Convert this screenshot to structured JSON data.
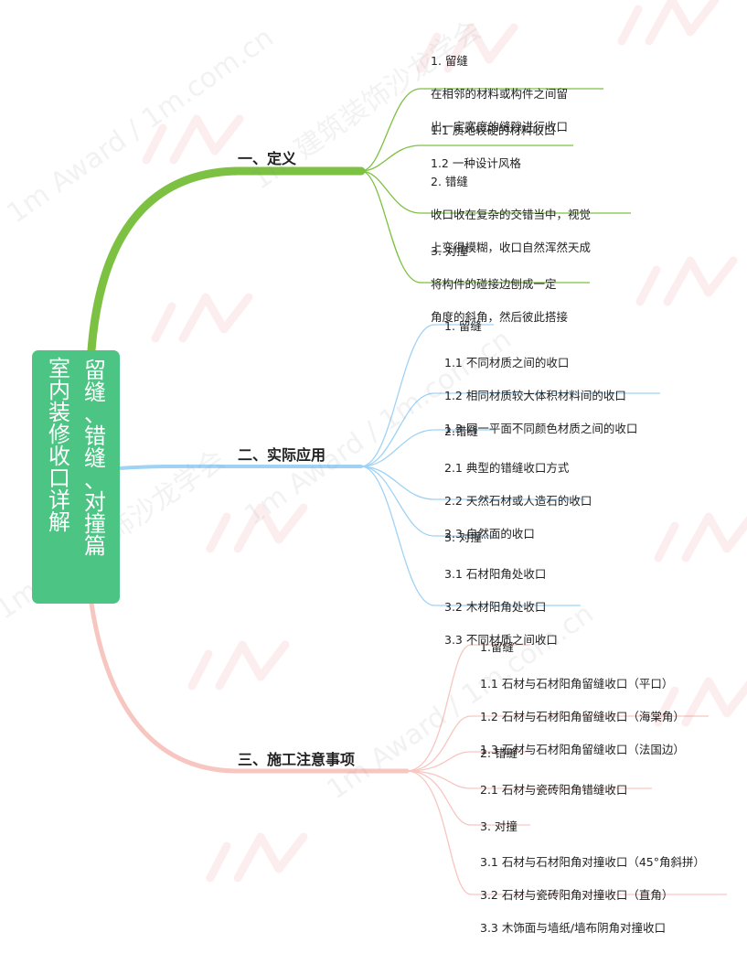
{
  "colors": {
    "root": "#4cc483",
    "branch1": "#7cc142",
    "branch2": "#9fd2f5",
    "branch3": "#f7c6c0"
  },
  "root": {
    "col1": "室内装修收口详解",
    "col2": "留缝、错缝、对撞篇"
  },
  "watermark": {
    "text_a": "1m Award / 1m.com.cn",
    "text_b": "1m 建筑装饰沙龙学会"
  },
  "branches": [
    {
      "label": "一、定义",
      "groups": [
        {
          "title": "1. 留缝",
          "lines": [
            "在相邻的材料或构件之间留",
            "出一定宽度的缝隙进行收口"
          ]
        },
        {
          "title": "",
          "lines": [
            "1.1 质地较硬的材料收口",
            "1.2 一种设计风格"
          ]
        },
        {
          "title": "2. 错缝",
          "lines": [
            "收口收在复杂的交错当中，视觉",
            "上变得模糊，收口自然浑然天成"
          ]
        },
        {
          "title": "3. 对撞",
          "lines": [
            "将构件的碰接边刨成一定",
            "角度的斜角，然后彼此搭接"
          ]
        }
      ]
    },
    {
      "label": "二、实际应用",
      "groups": [
        {
          "title": "1. 留缝",
          "lines": []
        },
        {
          "title": "",
          "lines": [
            "1.1 不同材质之间的收口",
            "1.2 相同材质较大体积材料间的收口",
            "1.3 同一平面不同颜色材质之间的收口"
          ]
        },
        {
          "title": "2.错缝",
          "lines": []
        },
        {
          "title": "",
          "lines": [
            "2.1 典型的错缝收口方式",
            "2.2 天然石材或人造石的收口",
            "2.3 自然面的收口"
          ]
        },
        {
          "title": "3. 对撞",
          "lines": []
        },
        {
          "title": "",
          "lines": [
            "3.1 石材阳角处收口",
            "3.2 木材阳角处收口",
            "3.3 不同材质之间收口"
          ]
        }
      ]
    },
    {
      "label": "三、施工注意事项",
      "groups": [
        {
          "title": "1.留缝",
          "lines": []
        },
        {
          "title": "",
          "lines": [
            "1.1 石材与石材阳角留缝收口（平口）",
            "1.2 石材与石材阳角留缝收口（海棠角）",
            "1.3 石材与石材阳角留缝收口（法国边）"
          ]
        },
        {
          "title": "2. 错缝",
          "lines": []
        },
        {
          "title": "",
          "lines": [
            "2.1 石材与瓷砖阳角错缝收口"
          ]
        },
        {
          "title": "3. 对撞",
          "lines": []
        },
        {
          "title": "",
          "lines": [
            "3.1 石材与石材阳角对撞收口（45°角斜拼）",
            "3.2 石材与瓷砖阳角对撞收口（直角）",
            "3.3 木饰面与墙纸/墙布阴角对撞收口"
          ]
        }
      ]
    }
  ]
}
